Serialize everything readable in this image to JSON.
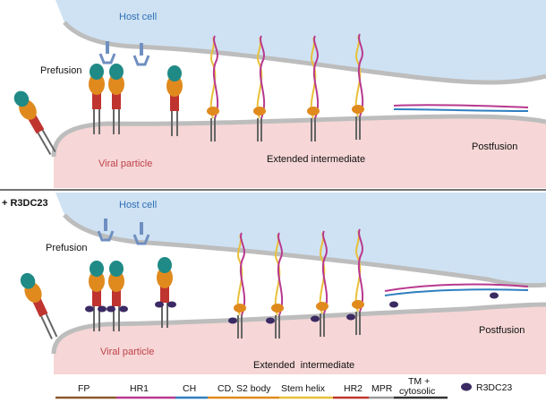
{
  "panels": [
    {
      "condition": "",
      "host_label": "Host cell",
      "prefusion_label": "Prefusion",
      "viral_label": "Viral particle",
      "intermediate_label": "Extended intermediate",
      "postfusion_label": "Postfusion"
    },
    {
      "condition": "+ R3DC23",
      "host_label": "Host cell",
      "prefusion_label": "Prefusion",
      "viral_label": "Viral particle",
      "intermediate_label": "Extended  intermediate",
      "postfusion_label": "Postfusion"
    }
  ],
  "legend": [
    {
      "label": "FP",
      "color": "#8a5a2b"
    },
    {
      "label": "HR1",
      "color": "#b8398f"
    },
    {
      "label": "CH",
      "color": "#2f7fc0"
    },
    {
      "label": "CD, S2 body",
      "color": "#e08a1e"
    },
    {
      "label": "Stem helix",
      "color": "#e8c13a"
    },
    {
      "label": "HR2",
      "color": "#c0342f"
    },
    {
      "label": "MPR",
      "color": "#9a9a9a"
    },
    {
      "label": "TM +",
      "color": "#333333"
    },
    {
      "label": "cytosolic",
      "color": "#333333"
    }
  ],
  "nanobody_legend": {
    "label": "R3DC23",
    "color": "#3b2a63"
  },
  "colors": {
    "host": "#cfe2f3",
    "viral": "#f6d6d6",
    "membrane": "#9a9a9a",
    "s1": "#1f8a86",
    "s2": "#e08a1e",
    "nanobody": "#3b2a63",
    "ace2": "#6f8fc0"
  }
}
